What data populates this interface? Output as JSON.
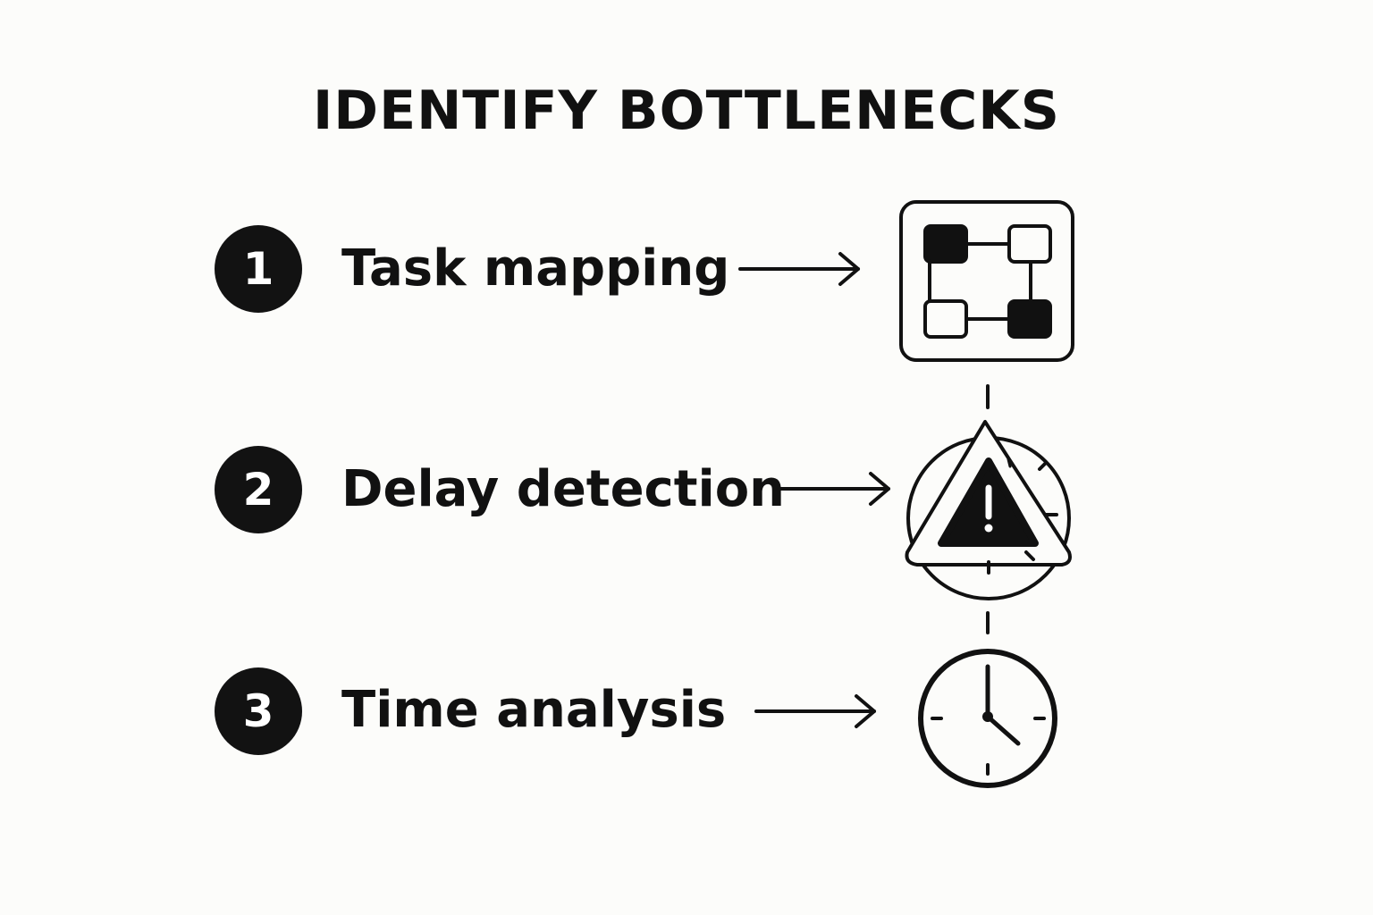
{
  "title": "IDENTIFY BOTTLENECKS",
  "steps": [
    {
      "number": "1",
      "label": "Task mapping",
      "icon": "task-mapping-icon"
    },
    {
      "number": "2",
      "label": "Delay detection",
      "icon": "warning-clock-icon"
    },
    {
      "number": "3",
      "label": "Time analysis",
      "icon": "clock-icon"
    }
  ],
  "colors": {
    "background": "#fcfcfa",
    "foreground": "#111111",
    "badge": "#121212",
    "badge_text": "#ffffff"
  }
}
